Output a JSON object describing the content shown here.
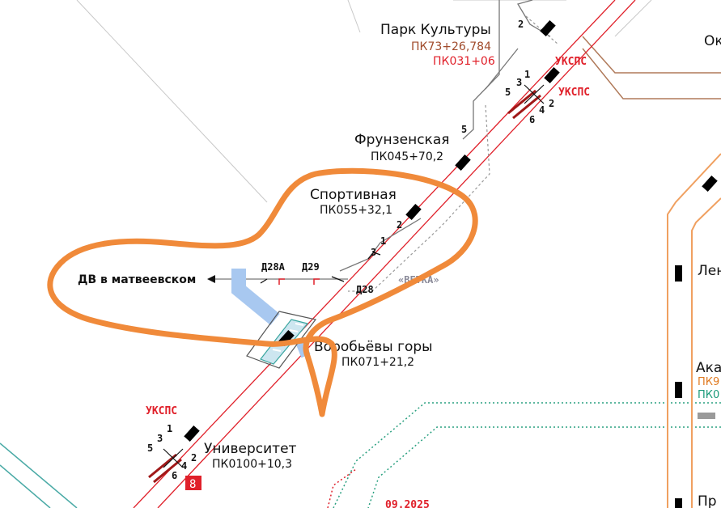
{
  "stations": {
    "park_kultury": {
      "name": "Парк Культуры",
      "pk1": "ПК73+26,784",
      "pk2": "ПК031+06"
    },
    "frunzenskaya": {
      "name": "Фрунзенская",
      "pk": "ПК045+70,2"
    },
    "sportivnaya": {
      "name": "Спортивная",
      "pk": "ПК055+32,1"
    },
    "vorobyovy_gory": {
      "name": "Воробьёвы горы",
      "pk": "ПК071+21,2"
    },
    "universitet": {
      "name": "Университет",
      "pk": "ПК0100+10,3"
    }
  },
  "labels": {
    "uksps_1": "УКСПС",
    "uksps_2": "УКСПС",
    "uksps_3": "УКСПС",
    "dv_matveevskoe": "ДВ в матвеевском",
    "d28a": "Д28А",
    "d29": "Д29",
    "d28": "Д28",
    "vetka": "«ВЕТКА»",
    "date_partial": "09.2025",
    "badge_8": "8",
    "right_ok": "Ок",
    "right_len": "Лен",
    "right_aka": "Ака",
    "right_pk9": "ПК9",
    "right_pk0": "ПК0",
    "right_pr": "Пр"
  },
  "switch_numbers": {
    "pk_2": "2",
    "pk_5": "5",
    "pk_3": "3",
    "pk_1": "1",
    "pk_6": "6",
    "pk_4": "4",
    "pk_2b": "2",
    "fr_5": "5",
    "sp_2": "2",
    "sp_1": "1",
    "sp_3": "3",
    "un_1": "1",
    "un_3": "3",
    "un_5": "5",
    "un_2": "2",
    "un_4": "4",
    "un_6": "6"
  },
  "colors": {
    "track": "#e0202a",
    "river": "#a8c8f0",
    "annotation": "#f08a3a",
    "orange_line": "#f0a060",
    "brown_line": "#b07a5a",
    "teal_line": "#1a9a7a",
    "station_mark": "#000000"
  }
}
